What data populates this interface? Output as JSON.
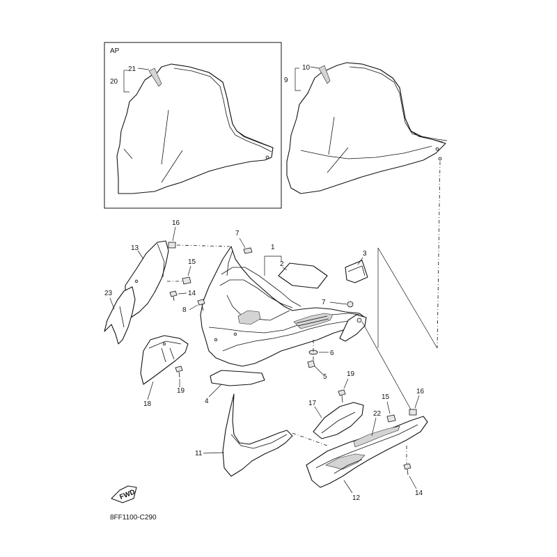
{
  "inset_label": "AP",
  "drawing_code": "8FF1100-C290",
  "fwd_label": "FWD",
  "callouts": [
    "1",
    "2",
    "3",
    "4",
    "5",
    "6",
    "7",
    "8",
    "9",
    "10",
    "11",
    "12",
    "13",
    "14",
    "15",
    "16",
    "17",
    "18",
    "19",
    "20",
    "21",
    "22",
    "23"
  ]
}
